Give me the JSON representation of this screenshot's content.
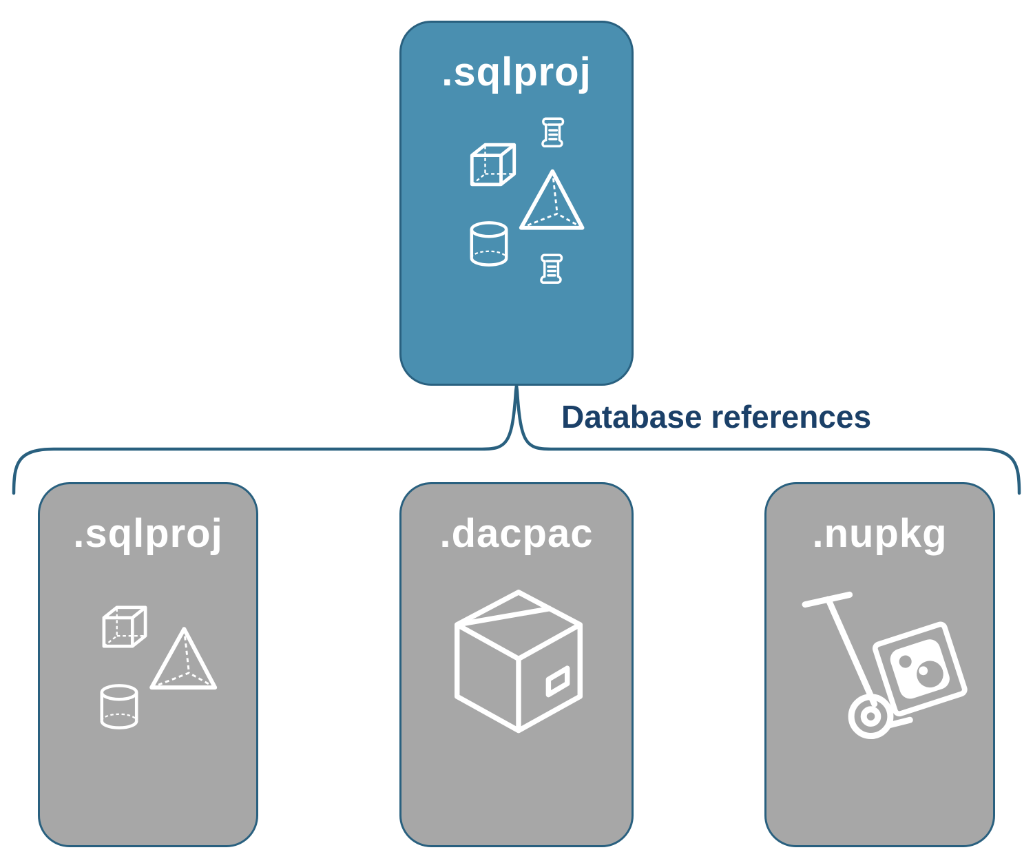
{
  "diagram": {
    "root": {
      "label": ".sqlproj"
    },
    "connector_label": "Database references",
    "children": [
      {
        "label": ".sqlproj"
      },
      {
        "label": ".dacpac"
      },
      {
        "label": ".nupkg"
      }
    ],
    "icons": {
      "root": [
        "cube-icon",
        "scroll-icon",
        "pyramid-icon",
        "cylinder-icon",
        "scroll-icon"
      ],
      "children": [
        [
          "cube-icon",
          "pyramid-icon",
          "cylinder-icon"
        ],
        [
          "package-box-icon"
        ],
        [
          "hand-truck-icon"
        ]
      ]
    },
    "colors": {
      "root_fill": "#4a8fb0",
      "child_fill": "#a7a7a7",
      "outline": "#29607f",
      "connector": "#29607f",
      "label_text": "#1b4068",
      "icon_stroke": "#ffffff"
    }
  }
}
